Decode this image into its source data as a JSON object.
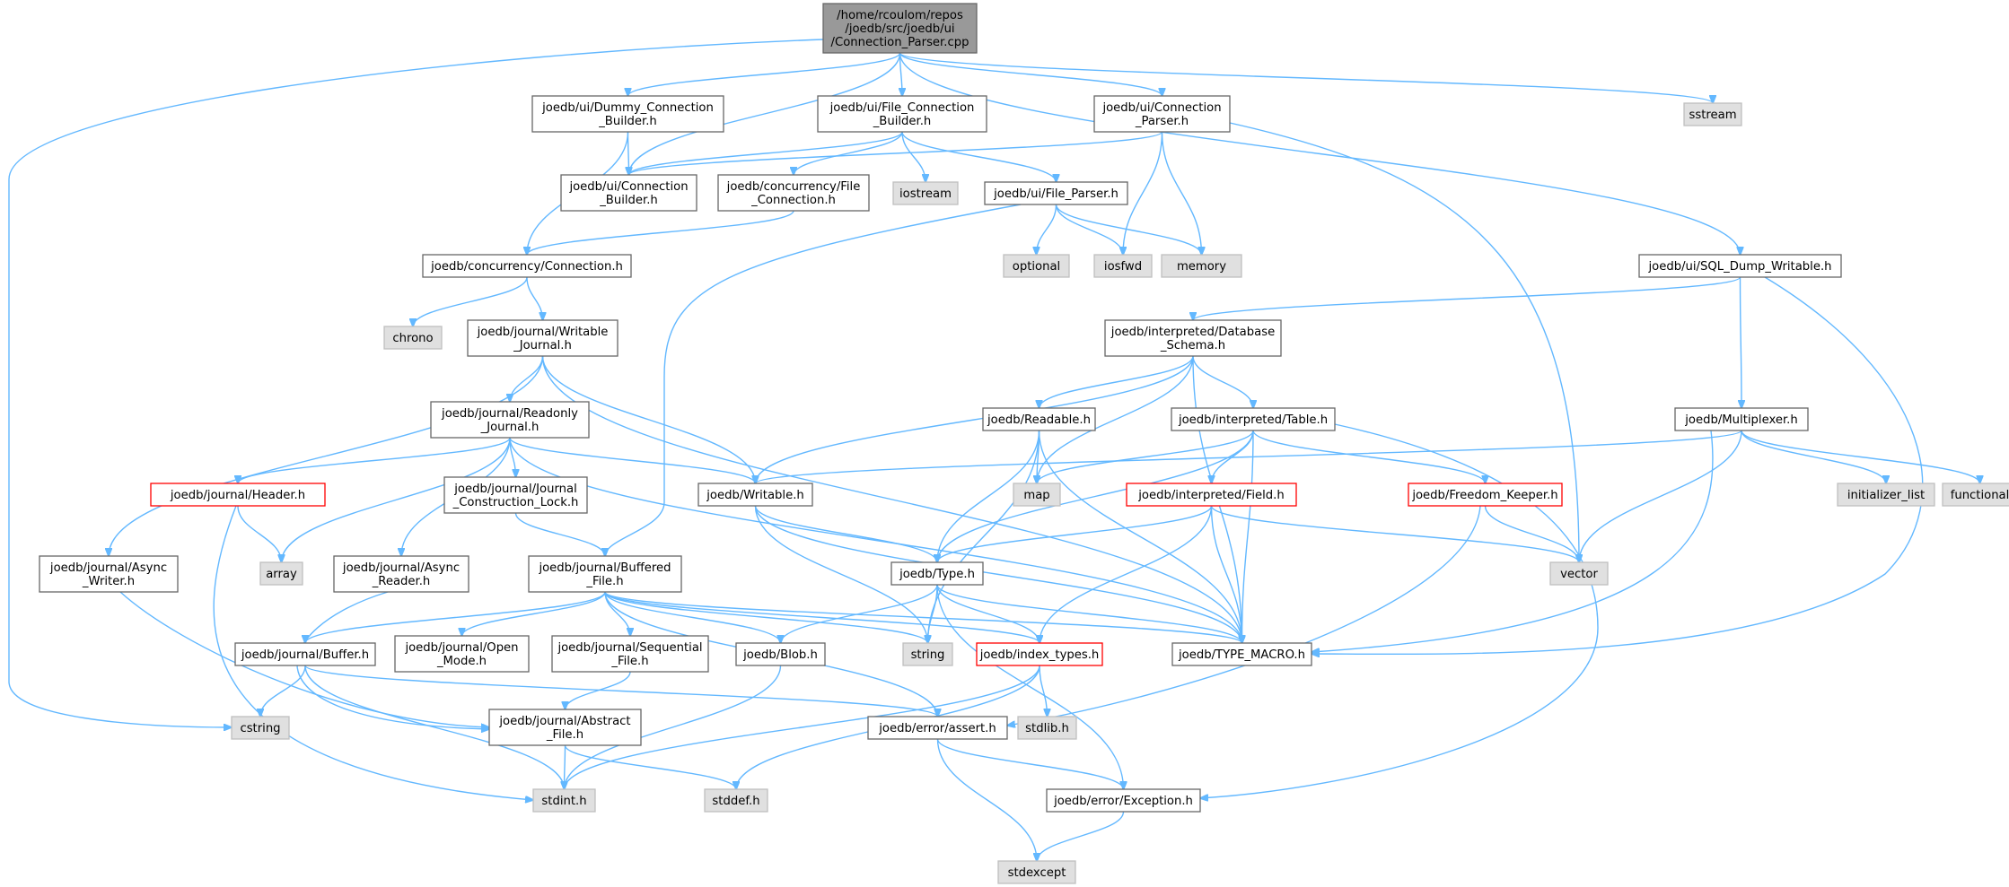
{
  "colors": {
    "edge": "#63b8ff",
    "root_fill": "#999999",
    "root_stroke": "#666666",
    "node_fill": "#ffffff",
    "node_stroke": "#666666",
    "external_fill": "#e0e0e0",
    "external_stroke": "#bfbfbf",
    "truncated_stroke": "#ff0000"
  },
  "nodes": [
    {
      "id": "root",
      "kind": "root",
      "lines": [
        "/home/rcoulom/repos",
        "/joedb/src/joedb/ui",
        "/Connection_Parser.cpp"
      ]
    },
    {
      "id": "dummy",
      "kind": "file",
      "lines": [
        "joedb/ui/Dummy_Connection",
        "_Builder.h"
      ]
    },
    {
      "id": "fcb",
      "kind": "file",
      "lines": [
        "joedb/ui/File_Connection",
        "_Builder.h"
      ]
    },
    {
      "id": "cph",
      "kind": "file",
      "lines": [
        "joedb/ui/Connection",
        "_Parser.h"
      ]
    },
    {
      "id": "sstream",
      "kind": "external",
      "lines": [
        "sstream"
      ]
    },
    {
      "id": "cbh",
      "kind": "file",
      "lines": [
        "joedb/ui/Connection",
        "_Builder.h"
      ]
    },
    {
      "id": "cfc",
      "kind": "file",
      "lines": [
        "joedb/concurrency/File",
        "_Connection.h"
      ]
    },
    {
      "id": "iostream",
      "kind": "external",
      "lines": [
        "iostream"
      ]
    },
    {
      "id": "fparser",
      "kind": "file",
      "lines": [
        "joedb/ui/File_Parser.h"
      ]
    },
    {
      "id": "conn",
      "kind": "file",
      "lines": [
        "joedb/concurrency/Connection.h"
      ]
    },
    {
      "id": "optional",
      "kind": "external",
      "lines": [
        "optional"
      ]
    },
    {
      "id": "iosfwd",
      "kind": "external",
      "lines": [
        "iosfwd"
      ]
    },
    {
      "id": "memory",
      "kind": "external",
      "lines": [
        "memory"
      ]
    },
    {
      "id": "sqldump",
      "kind": "file",
      "lines": [
        "joedb/ui/SQL_Dump_Writable.h"
      ]
    },
    {
      "id": "chrono",
      "kind": "external",
      "lines": [
        "chrono"
      ]
    },
    {
      "id": "wj",
      "kind": "file",
      "lines": [
        "joedb/journal/Writable",
        "_Journal.h"
      ]
    },
    {
      "id": "dbschema",
      "kind": "file",
      "lines": [
        "joedb/interpreted/Database",
        "_Schema.h"
      ]
    },
    {
      "id": "rj",
      "kind": "file",
      "lines": [
        "joedb/journal/Readonly",
        "_Journal.h"
      ]
    },
    {
      "id": "readable",
      "kind": "file",
      "lines": [
        "joedb/Readable.h"
      ]
    },
    {
      "id": "table",
      "kind": "file",
      "lines": [
        "joedb/interpreted/Table.h"
      ]
    },
    {
      "id": "mux",
      "kind": "file",
      "lines": [
        "joedb/Multiplexer.h"
      ]
    },
    {
      "id": "header",
      "kind": "truncated",
      "lines": [
        "joedb/journal/Header.h"
      ]
    },
    {
      "id": "jcl",
      "kind": "file",
      "lines": [
        "joedb/journal/Journal",
        "_Construction_Lock.h"
      ]
    },
    {
      "id": "writable",
      "kind": "file",
      "lines": [
        "joedb/Writable.h"
      ]
    },
    {
      "id": "map",
      "kind": "external",
      "lines": [
        "map"
      ]
    },
    {
      "id": "field",
      "kind": "truncated",
      "lines": [
        "joedb/interpreted/Field.h"
      ]
    },
    {
      "id": "freedom",
      "kind": "truncated",
      "lines": [
        "joedb/Freedom_Keeper.h"
      ]
    },
    {
      "id": "initlist",
      "kind": "external",
      "lines": [
        "initializer_list"
      ]
    },
    {
      "id": "functional",
      "kind": "external",
      "lines": [
        "functional"
      ]
    },
    {
      "id": "array",
      "kind": "external",
      "lines": [
        "array"
      ]
    },
    {
      "id": "aw",
      "kind": "file",
      "lines": [
        "joedb/journal/Async",
        "_Writer.h"
      ]
    },
    {
      "id": "ar",
      "kind": "file",
      "lines": [
        "joedb/journal/Async",
        "_Reader.h"
      ]
    },
    {
      "id": "bf",
      "kind": "file",
      "lines": [
        "joedb/journal/Buffered",
        "_File.h"
      ]
    },
    {
      "id": "type",
      "kind": "file",
      "lines": [
        "joedb/Type.h"
      ]
    },
    {
      "id": "vector",
      "kind": "external",
      "lines": [
        "vector"
      ]
    },
    {
      "id": "buffer",
      "kind": "file",
      "lines": [
        "joedb/journal/Buffer.h"
      ]
    },
    {
      "id": "openmode",
      "kind": "file",
      "lines": [
        "joedb/journal/Open",
        "_Mode.h"
      ]
    },
    {
      "id": "seqfile",
      "kind": "file",
      "lines": [
        "joedb/journal/Sequential",
        "_File.h"
      ]
    },
    {
      "id": "blob",
      "kind": "file",
      "lines": [
        "joedb/Blob.h"
      ]
    },
    {
      "id": "string",
      "kind": "external",
      "lines": [
        "string"
      ]
    },
    {
      "id": "idx",
      "kind": "truncated",
      "lines": [
        "joedb/index_types.h"
      ]
    },
    {
      "id": "typemacro",
      "kind": "file",
      "lines": [
        "joedb/TYPE_MACRO.h"
      ]
    },
    {
      "id": "cstring",
      "kind": "external",
      "lines": [
        "cstring"
      ]
    },
    {
      "id": "absfile",
      "kind": "file",
      "lines": [
        "joedb/journal/Abstract",
        "_File.h"
      ]
    },
    {
      "id": "assert",
      "kind": "file",
      "lines": [
        "joedb/error/assert.h"
      ]
    },
    {
      "id": "stdlib",
      "kind": "external",
      "lines": [
        "stdlib.h"
      ]
    },
    {
      "id": "stdint",
      "kind": "external",
      "lines": [
        "stdint.h"
      ]
    },
    {
      "id": "stddef",
      "kind": "external",
      "lines": [
        "stddef.h"
      ]
    },
    {
      "id": "exception",
      "kind": "file",
      "lines": [
        "joedb/error/Exception.h"
      ]
    },
    {
      "id": "stdexcept",
      "kind": "external",
      "lines": [
        "stdexcept"
      ]
    }
  ],
  "edges": [
    [
      "root",
      "dummy"
    ],
    [
      "root",
      "cbh"
    ],
    [
      "root",
      "fcb"
    ],
    [
      "root",
      "cph"
    ],
    [
      "root",
      "sstream"
    ],
    [
      "root",
      "sqldump"
    ],
    [
      "root",
      "cstring"
    ],
    [
      "dummy",
      "cbh"
    ],
    [
      "dummy",
      "conn"
    ],
    [
      "fcb",
      "cbh"
    ],
    [
      "fcb",
      "cfc"
    ],
    [
      "fcb",
      "iostream"
    ],
    [
      "fcb",
      "fparser"
    ],
    [
      "cph",
      "cbh"
    ],
    [
      "cph",
      "iosfwd"
    ],
    [
      "cph",
      "memory"
    ],
    [
      "cph",
      "vector"
    ],
    [
      "cfc",
      "conn"
    ],
    [
      "fparser",
      "optional"
    ],
    [
      "fparser",
      "iosfwd"
    ],
    [
      "fparser",
      "memory"
    ],
    [
      "fparser",
      "bf"
    ],
    [
      "conn",
      "chrono"
    ],
    [
      "conn",
      "wj"
    ],
    [
      "sqldump",
      "dbschema"
    ],
    [
      "sqldump",
      "mux"
    ],
    [
      "sqldump",
      "typemacro"
    ],
    [
      "wj",
      "rj"
    ],
    [
      "wj",
      "aw"
    ],
    [
      "wj",
      "writable"
    ],
    [
      "wj",
      "typemacro"
    ],
    [
      "dbschema",
      "writable"
    ],
    [
      "dbschema",
      "readable"
    ],
    [
      "dbschema",
      "table"
    ],
    [
      "dbschema",
      "map"
    ],
    [
      "dbschema",
      "typemacro"
    ],
    [
      "rj",
      "header"
    ],
    [
      "rj",
      "jcl"
    ],
    [
      "rj",
      "array"
    ],
    [
      "rj",
      "ar"
    ],
    [
      "rj",
      "writable"
    ],
    [
      "rj",
      "typemacro"
    ],
    [
      "readable",
      "map"
    ],
    [
      "readable",
      "type"
    ],
    [
      "readable",
      "string"
    ],
    [
      "readable",
      "typemacro"
    ],
    [
      "table",
      "map"
    ],
    [
      "table",
      "field"
    ],
    [
      "table",
      "freedom"
    ],
    [
      "table",
      "type"
    ],
    [
      "table",
      "typemacro"
    ],
    [
      "table",
      "exception"
    ],
    [
      "mux",
      "writable"
    ],
    [
      "mux",
      "initlist"
    ],
    [
      "mux",
      "functional"
    ],
    [
      "mux",
      "vector"
    ],
    [
      "mux",
      "typemacro"
    ],
    [
      "header",
      "array"
    ],
    [
      "header",
      "stdint"
    ],
    [
      "jcl",
      "bf"
    ],
    [
      "writable",
      "type"
    ],
    [
      "writable",
      "string"
    ],
    [
      "writable",
      "typemacro"
    ],
    [
      "field",
      "type"
    ],
    [
      "field",
      "idx"
    ],
    [
      "field",
      "typemacro"
    ],
    [
      "field",
      "vector"
    ],
    [
      "freedom",
      "vector"
    ],
    [
      "freedom",
      "assert"
    ],
    [
      "aw",
      "absfile"
    ],
    [
      "ar",
      "absfile"
    ],
    [
      "bf",
      "buffer"
    ],
    [
      "bf",
      "openmode"
    ],
    [
      "bf",
      "seqfile"
    ],
    [
      "bf",
      "blob"
    ],
    [
      "bf",
      "string"
    ],
    [
      "bf",
      "idx"
    ],
    [
      "bf",
      "typemacro"
    ],
    [
      "bf",
      "assert"
    ],
    [
      "type",
      "blob"
    ],
    [
      "type",
      "string"
    ],
    [
      "type",
      "idx"
    ],
    [
      "type",
      "typemacro"
    ],
    [
      "type",
      "exception"
    ],
    [
      "buffer",
      "cstring"
    ],
    [
      "buffer",
      "stdint"
    ],
    [
      "buffer",
      "assert"
    ],
    [
      "seqfile",
      "absfile"
    ],
    [
      "blob",
      "stdint"
    ],
    [
      "idx",
      "stdlib"
    ],
    [
      "idx",
      "stdint"
    ],
    [
      "idx",
      "stddef"
    ],
    [
      "absfile",
      "stdint"
    ],
    [
      "absfile",
      "stddef"
    ],
    [
      "assert",
      "exception"
    ],
    [
      "assert",
      "stdexcept"
    ],
    [
      "exception",
      "stdexcept"
    ]
  ]
}
